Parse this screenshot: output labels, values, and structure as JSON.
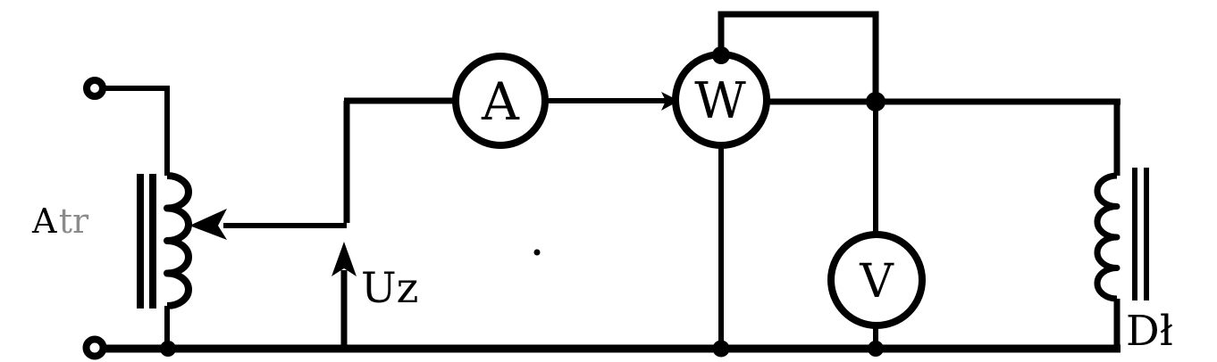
{
  "diagram": {
    "background_color": "#ffffff",
    "ink_color": "#000000",
    "components": {
      "autotransformer": {
        "label_visible_part": "A",
        "label_faded_part": "tr"
      },
      "source_voltage": {
        "label": "Uz"
      },
      "ammeter": {
        "label": "A"
      },
      "wattmeter": {
        "label": "W"
      },
      "voltmeter": {
        "label": "V"
      },
      "choke": {
        "label": "Dł"
      }
    }
  }
}
